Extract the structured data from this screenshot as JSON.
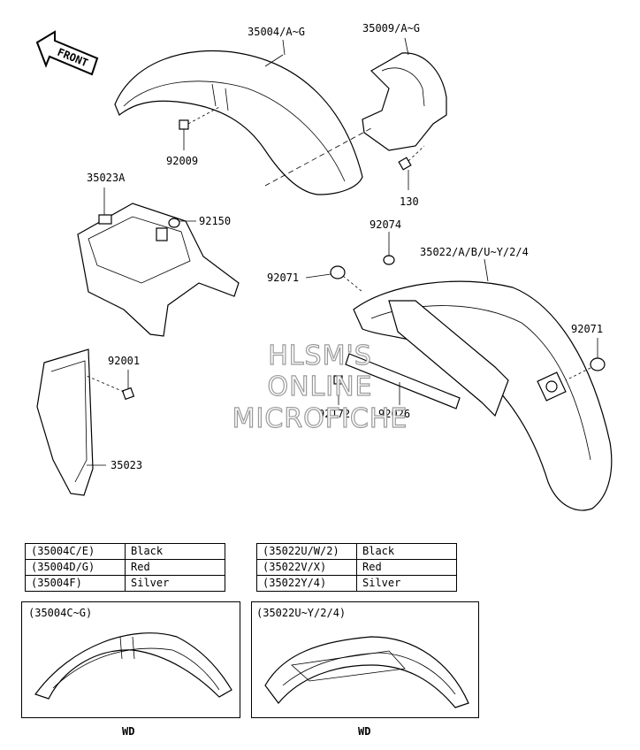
{
  "front_arrow": {
    "label": "FRONT",
    "icon": "front-arrow-icon"
  },
  "callouts": {
    "p35004": "35004/A~G",
    "p35009": "35009/A~G",
    "p92009": "92009",
    "p130": "130",
    "p35023A": "35023A",
    "p92150": "92150",
    "p92074": "92074",
    "p35022": "35022/A/B/U~Y/2/4",
    "p92071_left": "92071",
    "p92071_right": "92071",
    "p92001": "92001",
    "p92172": "92172",
    "p92026": "92026",
    "p35023": "35023"
  },
  "watermark": {
    "line1": "HLSM'S",
    "line2": "ONLINE",
    "line3": "MICROFICHE"
  },
  "color_table_left": [
    {
      "code": "(35004C/E)",
      "color": "Black"
    },
    {
      "code": "(35004D/G)",
      "color": "Red"
    },
    {
      "code": "(35004F)",
      "color": "Silver"
    }
  ],
  "color_table_right": [
    {
      "code": "(35022U/W/2)",
      "color": "Black"
    },
    {
      "code": "(35022V/X)",
      "color": "Red"
    },
    {
      "code": "(35022Y/4)",
      "color": "Silver"
    }
  ],
  "detail_left": {
    "label": "(35004C~G)",
    "note": "WD"
  },
  "detail_right": {
    "label": "(35022U~Y/2/4)",
    "note": "WD"
  }
}
